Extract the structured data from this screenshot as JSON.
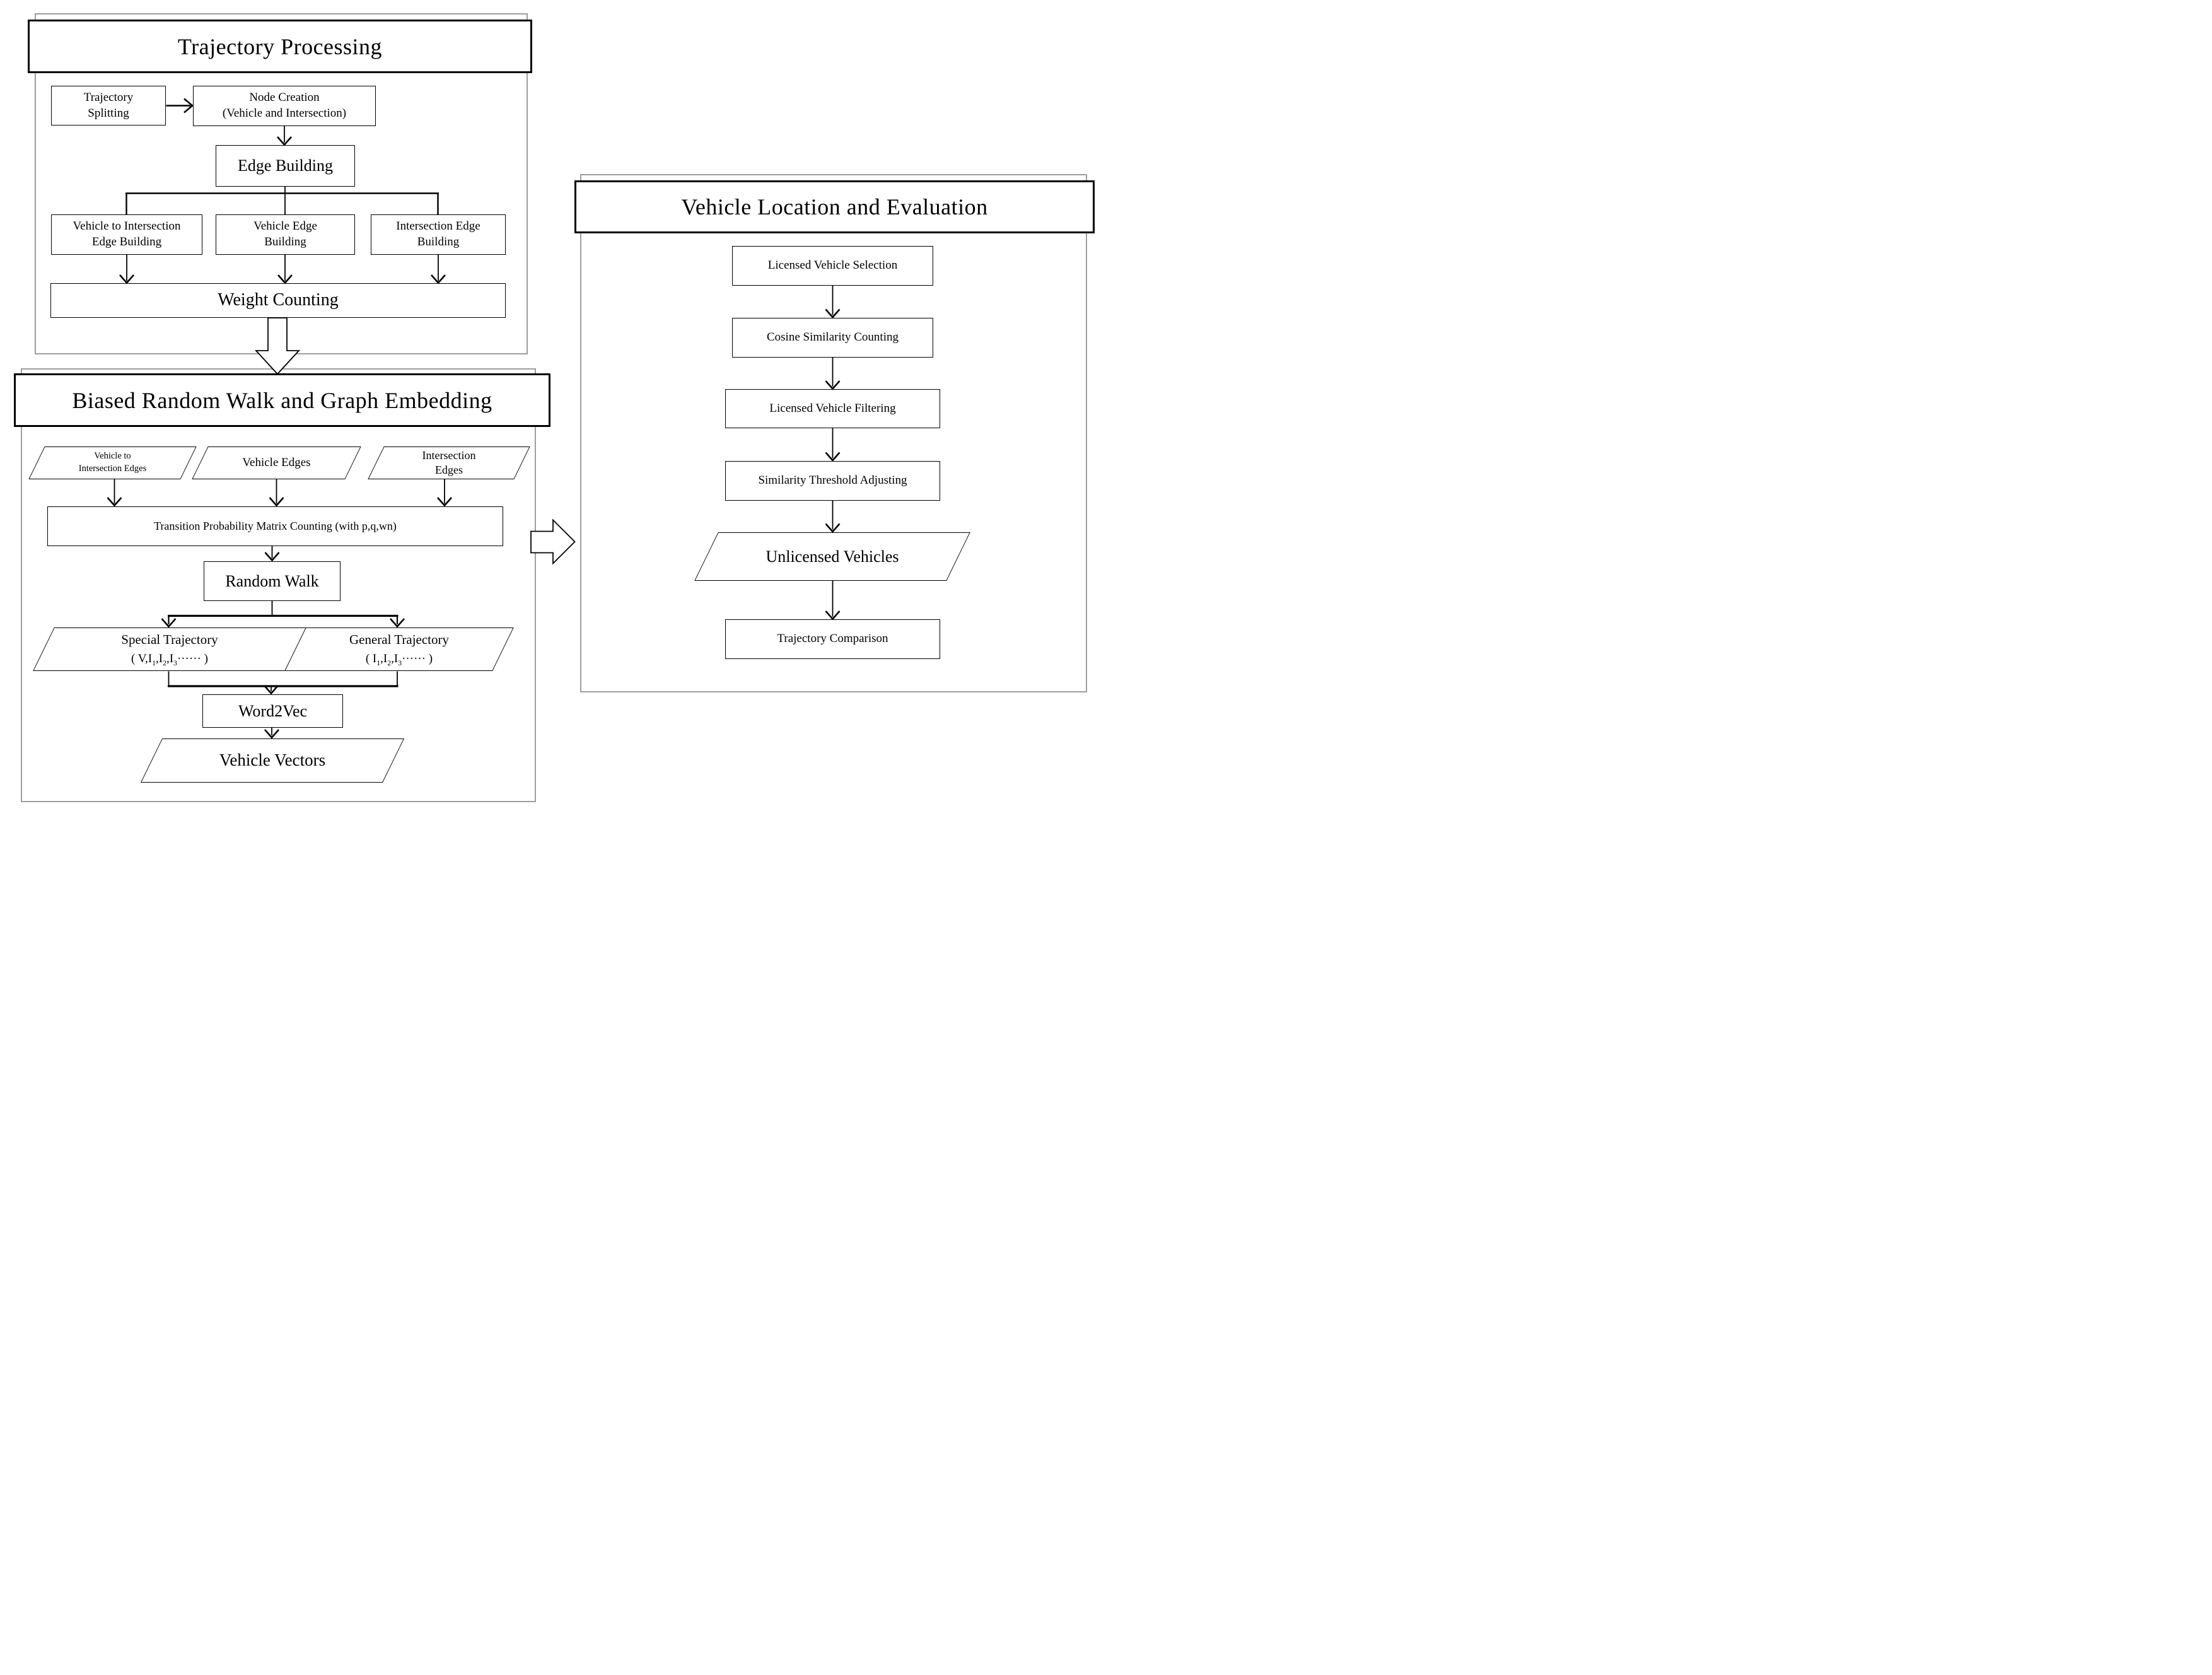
{
  "colors": {
    "line": "#000000",
    "panel_border": "#9e9e9e",
    "box_fill": "#ffffff",
    "text": "#000000"
  },
  "sections": {
    "trajectory_processing": {
      "title": "Trajectory Processing",
      "nodes": {
        "trajectory_splitting": {
          "line1": "Trajectory",
          "line2": "Splitting"
        },
        "node_creation": {
          "line1": "Node Creation",
          "line2": "(Vehicle and Intersection)"
        },
        "edge_building": "Edge Building",
        "vehicle_to_intersection_edge_building": {
          "line1": "Vehicle to Intersection",
          "line2": "Edge Building"
        },
        "vehicle_edge_building": {
          "line1": "Vehicle Edge",
          "line2": "Building"
        },
        "intersection_edge_building": {
          "line1": "Intersection Edge",
          "line2": "Building"
        },
        "weight_counting": "Weight Counting"
      }
    },
    "biased_random_walk": {
      "title": "Biased Random Walk and Graph Embedding",
      "nodes": {
        "vehicle_to_intersection_edges": {
          "line1": "Vehicle to",
          "line2": "Intersection Edges"
        },
        "vehicle_edges": "Vehicle Edges",
        "intersection_edges": {
          "line1": "Intersection",
          "line2": "Edges"
        },
        "transition_probability": "Transition Probability Matrix Counting (with p,q,wn)",
        "random_walk": "Random Walk",
        "special_trajectory": {
          "label": "Special Trajectory",
          "formula": "( V,I_1,I_2,I_3······ )"
        },
        "general_trajectory": {
          "label": "General Trajectory",
          "formula": "( I_1,I_2,I_3······ )"
        },
        "word2vec": "Word2Vec",
        "vehicle_vectors": "Vehicle Vectors"
      }
    },
    "vehicle_location_evaluation": {
      "title": "Vehicle Location and Evaluation",
      "nodes": {
        "licensed_vehicle_selection": "Licensed Vehicle Selection",
        "cosine_similarity_counting": "Cosine Similarity Counting",
        "licensed_vehicle_filtering": "Licensed Vehicle Filtering",
        "similarity_threshold_adjusting": "Similarity Threshold Adjusting",
        "unlicensed_vehicles": "Unlicensed Vehicles",
        "trajectory_comparison": "Trajectory Comparison"
      }
    }
  }
}
